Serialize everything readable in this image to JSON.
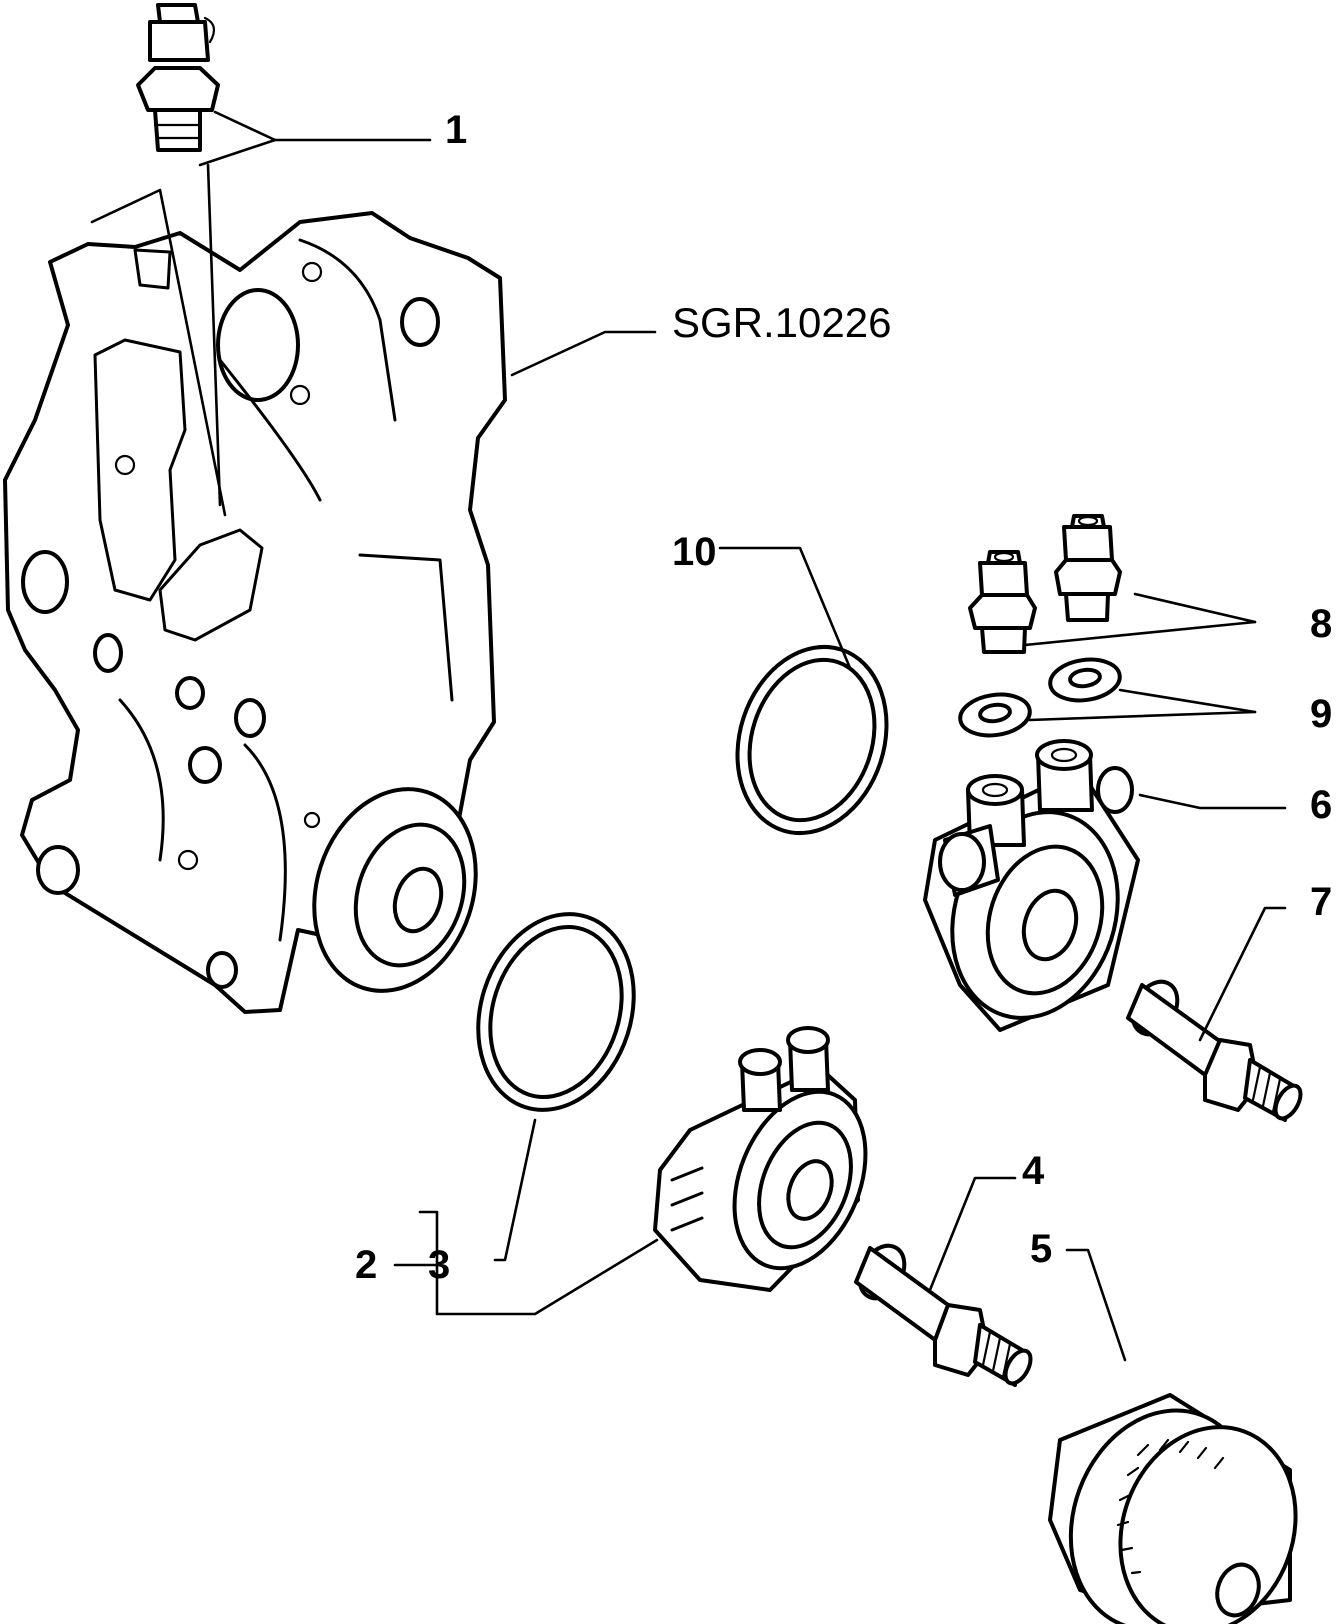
{
  "reference": "SGR.10226",
  "callouts": {
    "c1": "1",
    "c2": "2",
    "c3": "3",
    "c4": "4",
    "c5": "5",
    "c6": "6",
    "c7": "7",
    "c8": "8",
    "c9": "9",
    "c10": "10"
  }
}
